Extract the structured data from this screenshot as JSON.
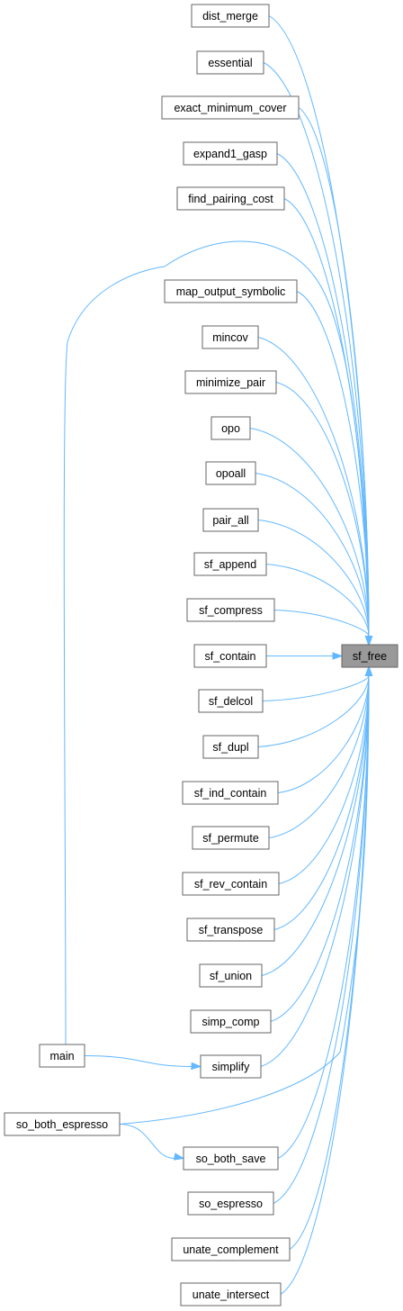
{
  "graph": {
    "target": "sf_free",
    "callers": [
      "dist_merge",
      "essential",
      "exact_minimum_cover",
      "expand1_gasp",
      "find_pairing_cost",
      "map_output_symbolic",
      "mincov",
      "minimize_pair",
      "opo",
      "opoall",
      "pair_all",
      "sf_append",
      "sf_compress",
      "sf_contain",
      "sf_delcol",
      "sf_dupl",
      "sf_ind_contain",
      "sf_permute",
      "sf_rev_contain",
      "sf_transpose",
      "sf_union",
      "simp_comp",
      "simplify",
      "so_both_save",
      "so_espresso",
      "unate_complement",
      "unate_intersect"
    ],
    "second_level": [
      "main",
      "so_both_espresso"
    ],
    "edges": [
      {
        "from": "dist_merge",
        "to": "sf_free"
      },
      {
        "from": "essential",
        "to": "sf_free"
      },
      {
        "from": "exact_minimum_cover",
        "to": "sf_free"
      },
      {
        "from": "expand1_gasp",
        "to": "sf_free"
      },
      {
        "from": "find_pairing_cost",
        "to": "sf_free"
      },
      {
        "from": "main",
        "to": "sf_free"
      },
      {
        "from": "map_output_symbolic",
        "to": "sf_free"
      },
      {
        "from": "mincov",
        "to": "sf_free"
      },
      {
        "from": "minimize_pair",
        "to": "sf_free"
      },
      {
        "from": "opo",
        "to": "sf_free"
      },
      {
        "from": "opoall",
        "to": "sf_free"
      },
      {
        "from": "pair_all",
        "to": "sf_free"
      },
      {
        "from": "sf_append",
        "to": "sf_free"
      },
      {
        "from": "sf_compress",
        "to": "sf_free"
      },
      {
        "from": "sf_contain",
        "to": "sf_free"
      },
      {
        "from": "sf_delcol",
        "to": "sf_free"
      },
      {
        "from": "sf_dupl",
        "to": "sf_free"
      },
      {
        "from": "sf_ind_contain",
        "to": "sf_free"
      },
      {
        "from": "sf_permute",
        "to": "sf_free"
      },
      {
        "from": "sf_rev_contain",
        "to": "sf_free"
      },
      {
        "from": "sf_transpose",
        "to": "sf_free"
      },
      {
        "from": "sf_union",
        "to": "sf_free"
      },
      {
        "from": "simp_comp",
        "to": "sf_free"
      },
      {
        "from": "simplify",
        "to": "sf_free"
      },
      {
        "from": "so_both_espresso",
        "to": "sf_free"
      },
      {
        "from": "so_both_save",
        "to": "sf_free"
      },
      {
        "from": "so_espresso",
        "to": "sf_free"
      },
      {
        "from": "unate_complement",
        "to": "sf_free"
      },
      {
        "from": "unate_intersect",
        "to": "sf_free"
      },
      {
        "from": "main",
        "to": "simplify"
      },
      {
        "from": "so_both_espresso",
        "to": "so_both_save"
      }
    ]
  },
  "colors": {
    "edge": "#63b8ff",
    "node_border": "#666666",
    "target_fill": "#999999",
    "node_fill": "#ffffff"
  }
}
